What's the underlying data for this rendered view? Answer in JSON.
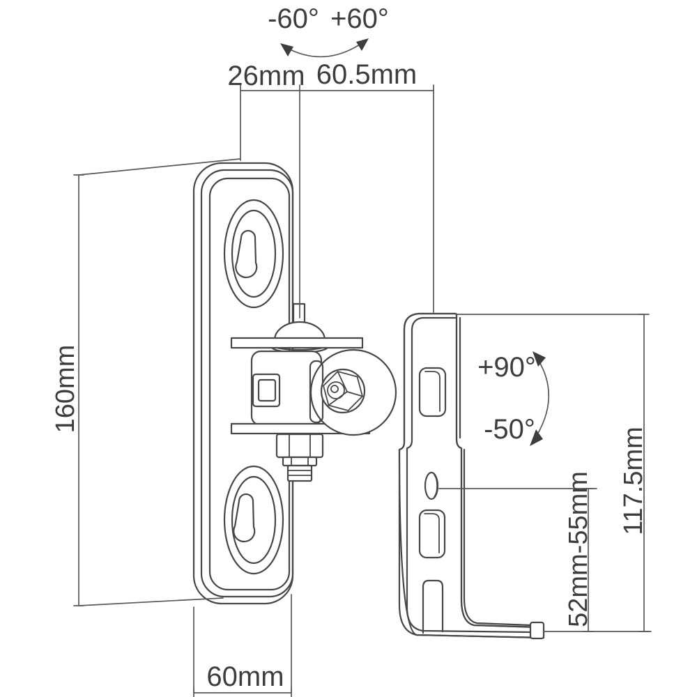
{
  "diagram": {
    "type": "technical-dimension-drawing",
    "subject": "speaker wall mount bracket with ball joint",
    "colors": {
      "background": "#ffffff",
      "line": "#474747",
      "dimension_line": "#585858",
      "text": "#3d3d3d"
    },
    "labels": {
      "swivel_neg": "-60°",
      "swivel_pos": "+60°",
      "depth": "26mm",
      "reach": "60.5mm",
      "plate_height": "160mm",
      "tilt_up": "+90°",
      "tilt_down": "-50°",
      "bracket_height": "117.5mm",
      "clamp_range": "52mm-55mm",
      "plate_width": "60mm"
    }
  }
}
